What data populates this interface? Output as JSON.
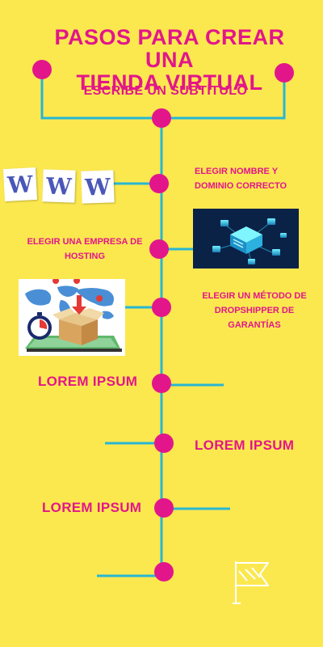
{
  "title_line1": "PASOS PARA CREAR UNA",
  "title_line2": "TIENDA VIRTUAL",
  "subtitle": "ESCRIBE UN SUBTÍTULO",
  "steps": [
    {
      "line1": "ELEGIR NOMBRE Y",
      "line2": "DOMINIO CORRECTO"
    },
    {
      "line1": "ELEGIR UNA EMPRESA DE",
      "line2": "HOSTING"
    },
    {
      "line1": "ELEGIR UN MÉTODO DE",
      "line2": "DROPSHIPPER DE",
      "line3": "GARANTÍAS"
    }
  ],
  "lorem": [
    "LOREM IPSUM",
    "LOREM IPSUM",
    "LOREM IPSUM"
  ],
  "www_letters": [
    "W",
    "W",
    "W"
  ],
  "icons": {
    "www_tiles": "www-letter-tiles",
    "server": "server-cloud-icon",
    "delivery": "delivery-map-box-icon",
    "flag": "finish-flag-icon"
  },
  "colors": {
    "background": "#fbe84f",
    "accent": "#e2168a",
    "line": "#28b6d3"
  }
}
